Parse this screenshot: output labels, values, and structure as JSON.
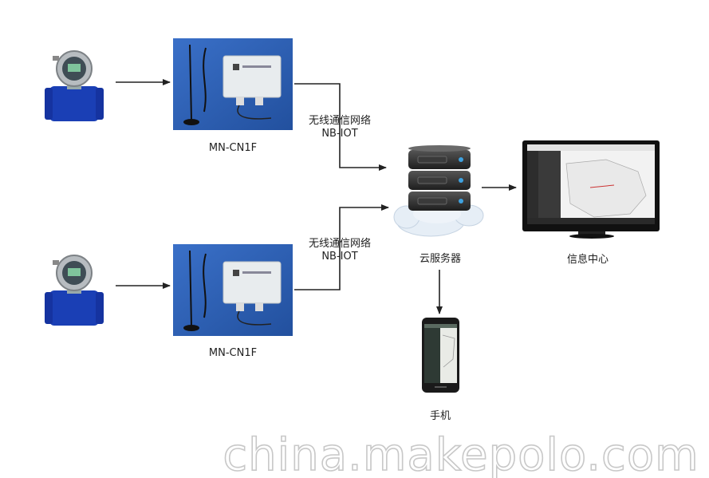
{
  "nodes": {
    "module_top_label": "MN-CN1F",
    "module_bottom_label": "MN-CN1F",
    "network_top_label": [
      "无线通信网络",
      "NB-IOT"
    ],
    "network_bottom_label": [
      "无线通信网络",
      "NB-IOT"
    ],
    "server_label": "云服务器",
    "monitor_label": "信息中心",
    "phone_label": "手机"
  },
  "watermark": "china.makepolo.com",
  "colors": {
    "flowmeter_blue": "#1a3fb5",
    "module_bg": "#2b5fb8",
    "server_dark": "#2c2c2c",
    "cloud": "#e6eef6",
    "arrow": "#222222"
  }
}
